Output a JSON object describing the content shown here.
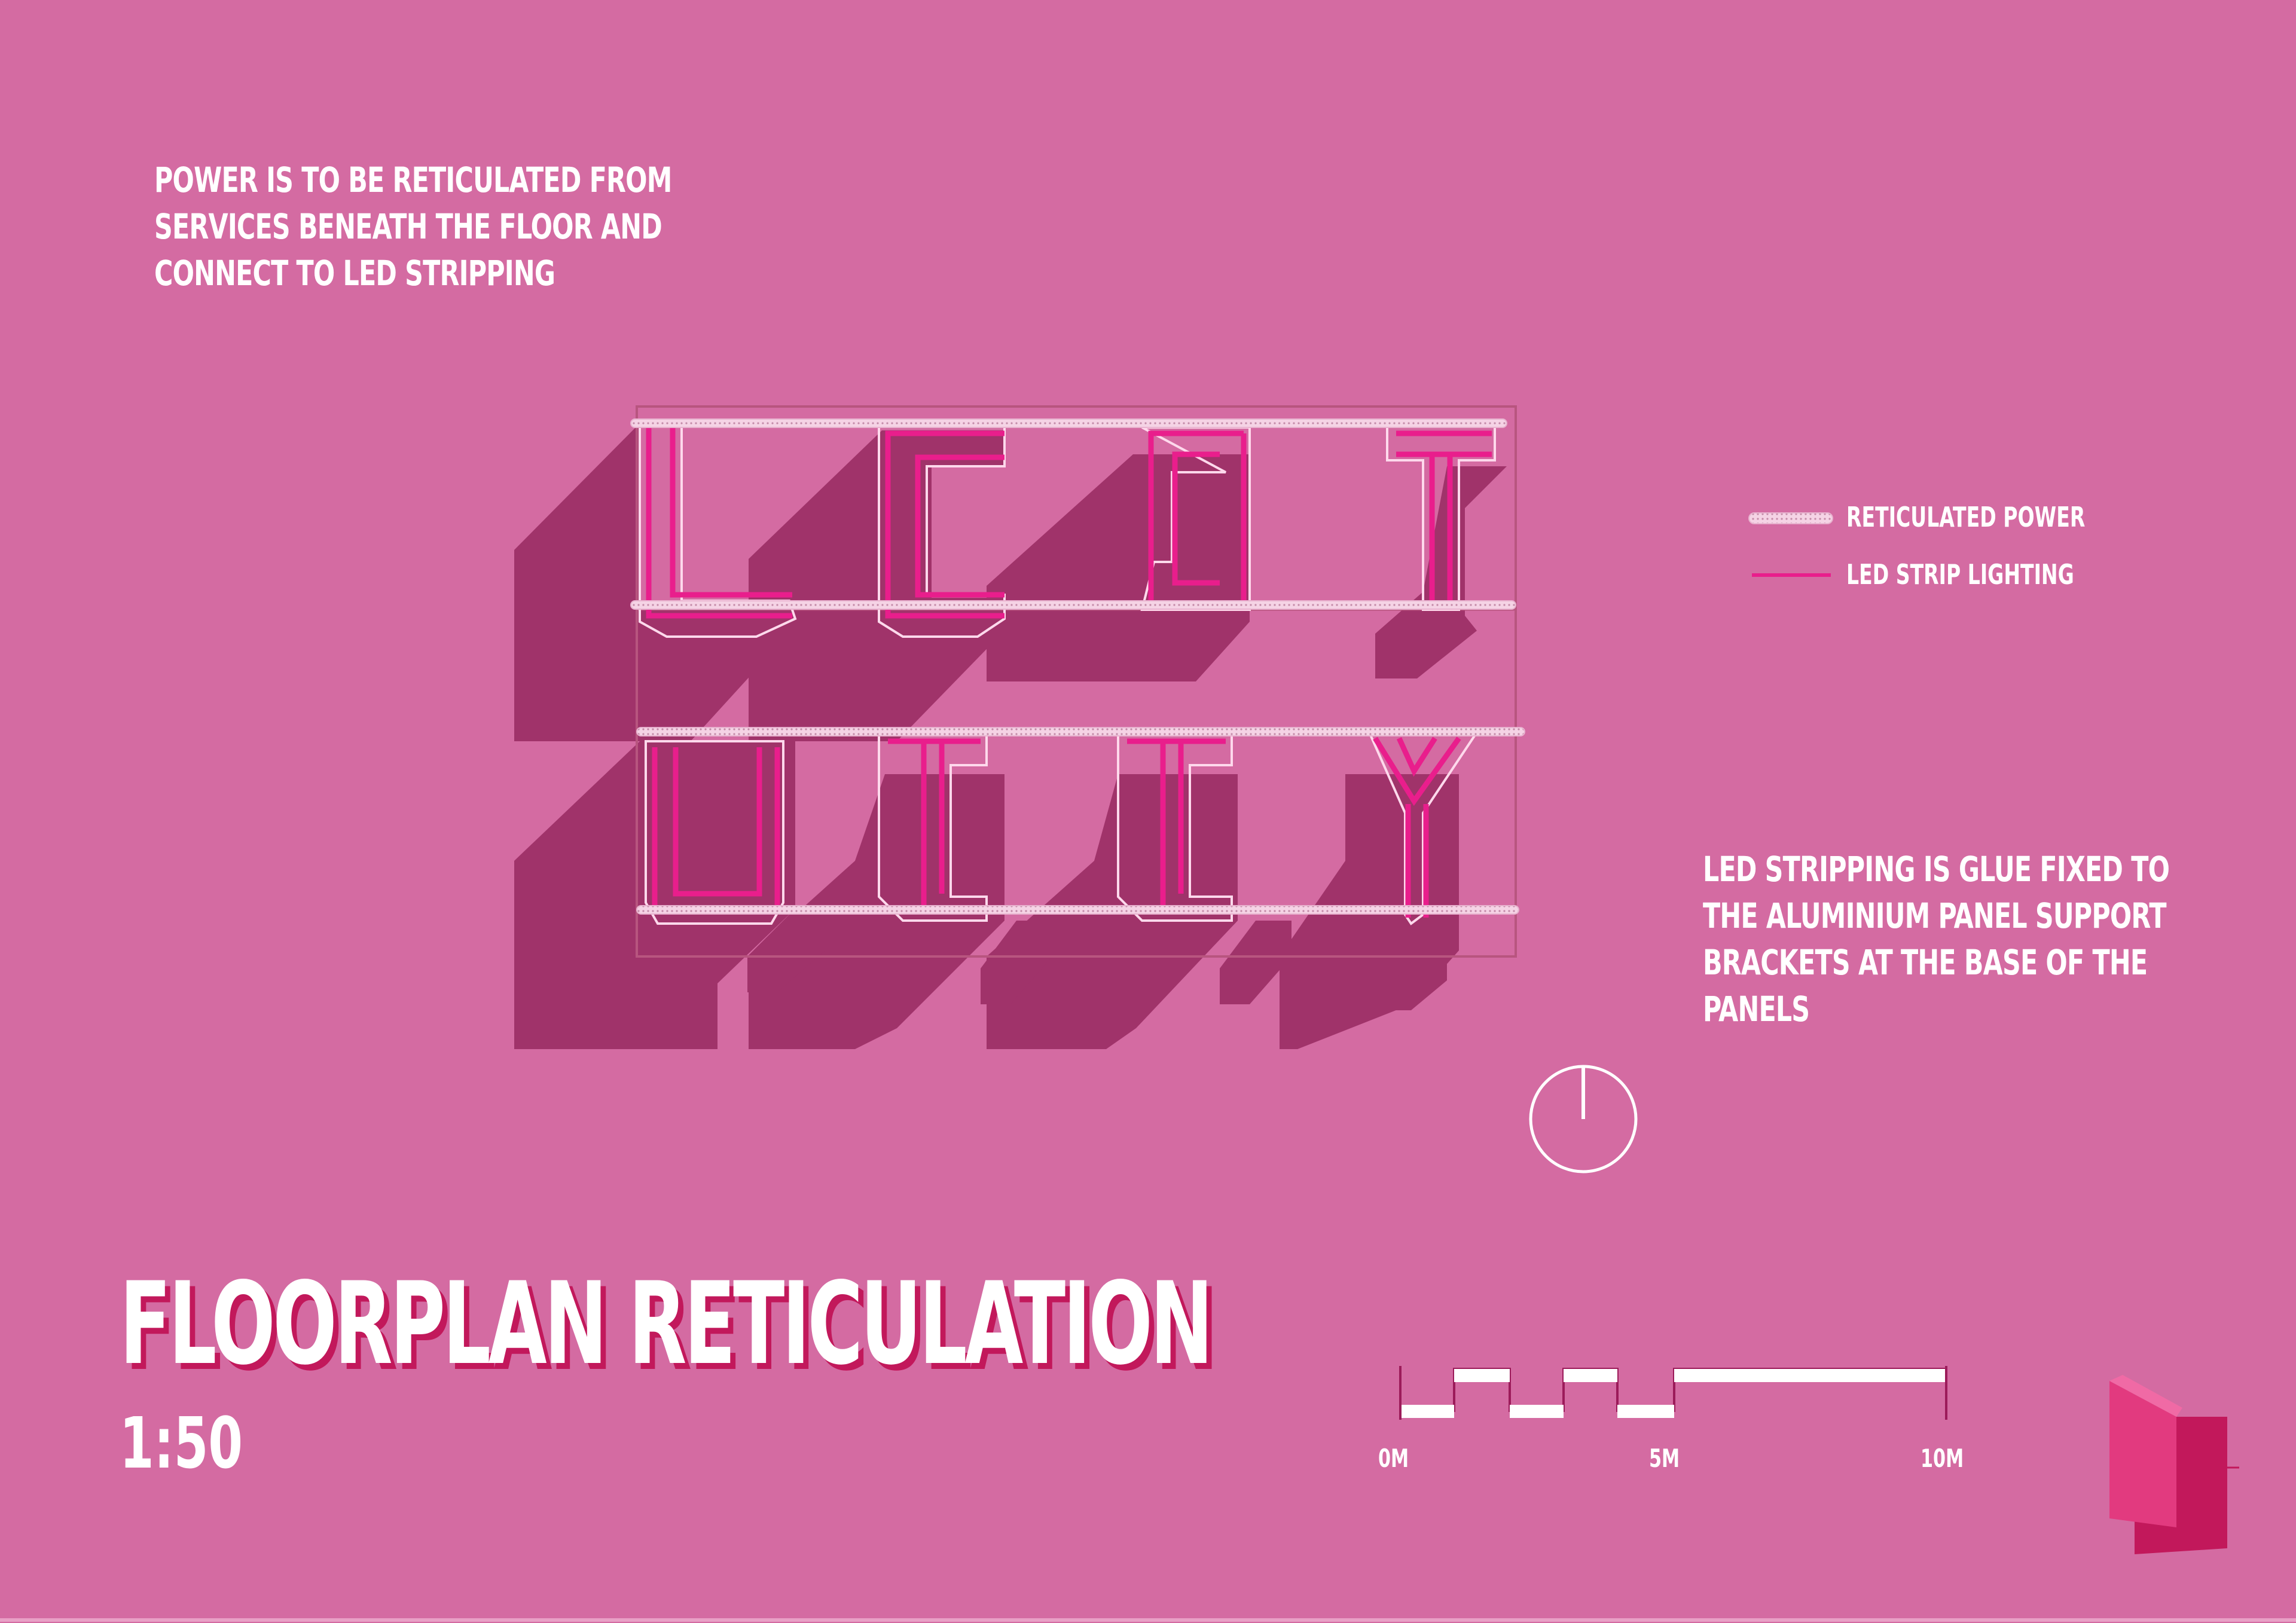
{
  "notes": {
    "top": [
      "POWER IS TO BE RETICULATED FROM",
      "SERVICES BENEATH THE FLOOR AND",
      "CONNECT TO LED STRIPPING"
    ],
    "right": [
      "LED STRIPPING IS GLUE FIXED TO",
      "THE ALUMINIUM PANEL SUPPORT",
      "BRACKETS AT THE BASE OF THE",
      "PANELS"
    ]
  },
  "legend": {
    "reticulated_power": "RETICULATED POWER",
    "led_strip": "LED STRIP LIGHTING"
  },
  "title": "FLOORPLAN RETICULATION",
  "scale": "1:50",
  "scale_bar": {
    "labels": [
      "0M",
      "5M",
      "10M"
    ]
  },
  "colors": {
    "background": "#d46ba2",
    "shadow": "#a0336a",
    "led": "#e91e8c",
    "power": "#f2c4dc",
    "white": "#ffffff"
  },
  "icons": {
    "north": "north-arrow-icon",
    "logo": "panel-logo-icon"
  }
}
